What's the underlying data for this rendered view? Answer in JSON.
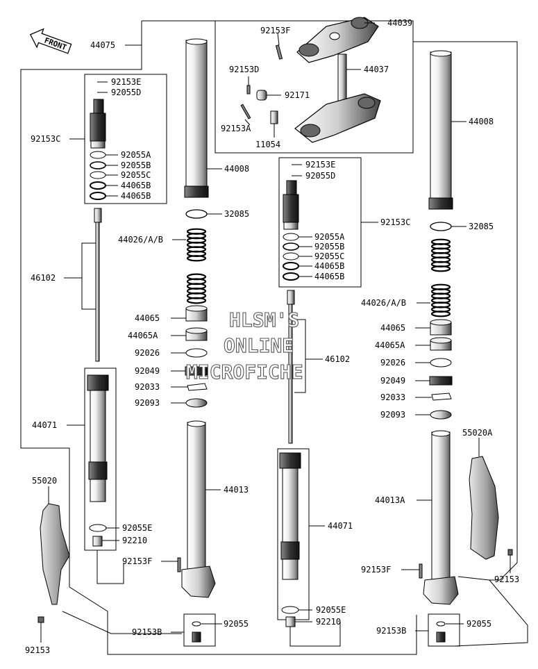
{
  "watermark": {
    "line1": "HLSM'S",
    "line2": "ONLINE",
    "line3": "MICROFICHE"
  },
  "front_arrow": {
    "label": "FRONT"
  },
  "labels": {
    "l44075": "44075",
    "l92153F_top": "92153F",
    "l44039": "44039",
    "l92153D": "92153D",
    "l44037": "44037",
    "l92171": "92171",
    "l92153A": "92153A",
    "l11054": "11054",
    "L_92153E": "92153E",
    "L_92055D": "92055D",
    "L_92153C": "92153C",
    "L_92055A": "92055A",
    "L_92055B": "92055B",
    "L_92055C": "92055C",
    "L_44065B_1": "44065B",
    "L_44065B_2": "44065B",
    "L_46102": "46102",
    "L_44071": "44071",
    "L_92055E": "92055E",
    "L_92210": "92210",
    "L_55020": "55020",
    "L_92153": "92153",
    "L_44008": "44008",
    "L_32085": "32085",
    "L_44026AB": "44026/A/B",
    "L_44065": "44065",
    "L_44065A": "44065A",
    "L_92026": "92026",
    "L_92049": "92049",
    "L_92033": "92033",
    "L_92093": "92093",
    "L_44013": "44013",
    "L_92153F": "92153F",
    "L_92153B": "92153B",
    "L_92055": "92055",
    "C_92153E": "92153E",
    "C_92055D": "92055D",
    "C_92153C": "92153C",
    "C_92055A": "92055A",
    "C_92055B": "92055B",
    "C_92055C": "92055C",
    "C_44065B_1": "44065B",
    "C_44065B_2": "44065B",
    "C_46102": "46102",
    "C_44071": "44071",
    "C_92055E": "92055E",
    "C_92210": "92210",
    "R_44008": "44008",
    "R_32085": "32085",
    "R_44026AB": "44026/A/B",
    "R_44065": "44065",
    "R_44065A": "44065A",
    "R_92026": "92026",
    "R_92049": "92049",
    "R_92033": "92033",
    "R_92093": "92093",
    "R_55020A": "55020A",
    "R_44013A": "44013A",
    "R_92153F": "92153F",
    "R_92153": "92153",
    "R_92153B": "92153B",
    "R_92055": "92055"
  }
}
